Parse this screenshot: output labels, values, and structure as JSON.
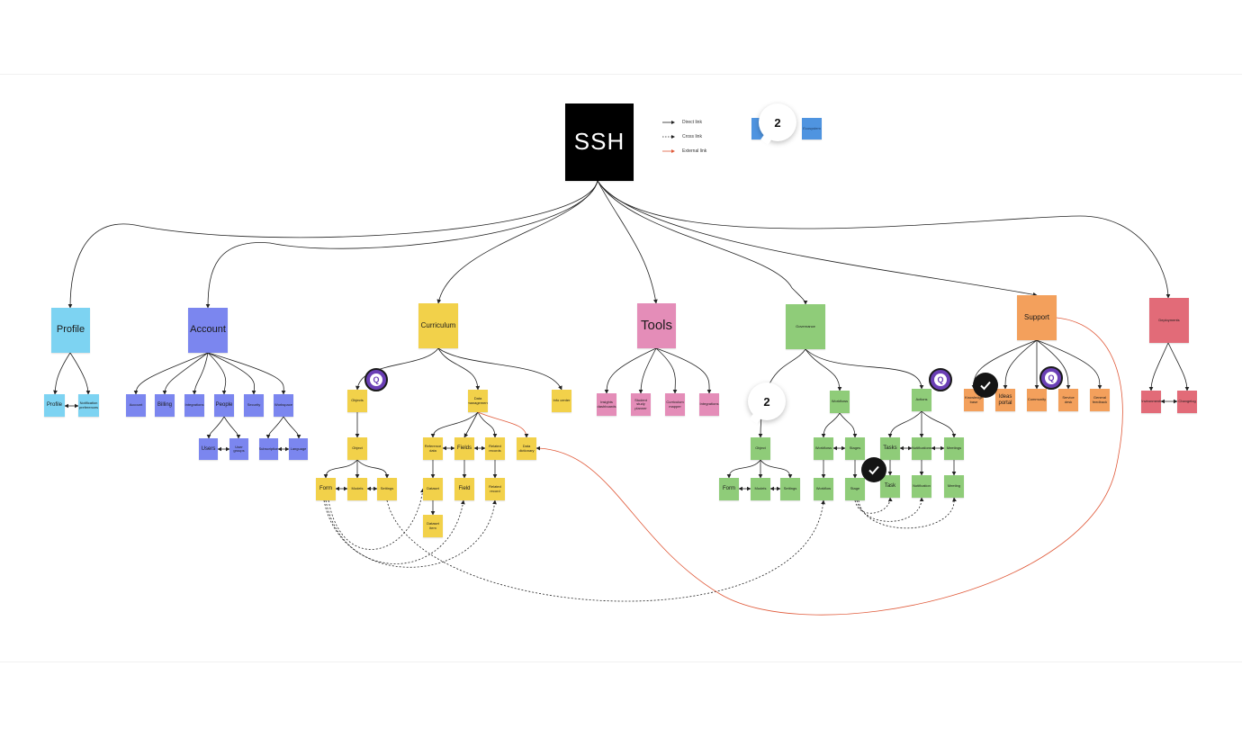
{
  "root": "SSH",
  "legend": {
    "direct": "Direct link",
    "cross": "Cross link",
    "external": "External link",
    "card_right": "Ecosystem"
  },
  "comments": {
    "legend_count": "2",
    "governance_count": "2"
  },
  "colors": {
    "profile": "#7dd3f2",
    "account": "#7b86ef",
    "curriculum": "#f2d14a",
    "tools": "#e48db8",
    "governance": "#8fcc79",
    "support": "#f3a05c",
    "deployments": "#e26b78",
    "external_link": "#e05a3a",
    "root": "#000000"
  },
  "nodes": {
    "profile": "Profile",
    "profile_profile": "Profile",
    "profile_prefs": "Notification preferences",
    "account": "Account",
    "account_account": "Account",
    "account_billing": "Billing",
    "account_integrations": "Integrations",
    "account_people": "People",
    "account_security": "Security",
    "account_workspace": "Workspace",
    "people_users": "Users",
    "people_groups": "User groups",
    "workspace_left": "Subscription",
    "workspace_right": "Language",
    "curriculum": "Curriculum",
    "objects": "Objects",
    "object": "Object",
    "form": "Form",
    "models": "Models",
    "settings": "Settings",
    "data_management": "Data management",
    "info_center": "Info center",
    "reference_data": "Reference data",
    "fields": "Fields",
    "related_records": "Related records",
    "data_dictionary": "Data dictionary",
    "dataset": "Dataset",
    "field": "Field",
    "related_record": "Related record",
    "dataset_item": "Dataset item",
    "tools": "Tools",
    "insights": "Insights dashboards",
    "student_profile": "Student study planner",
    "curriculum_mapper": "Curriculum mapper",
    "integrations": "Integrations",
    "governance": "Governance",
    "g_object": "Object",
    "g_form": "Form",
    "g_models": "Models",
    "g_settings": "Settings",
    "workflows": "Workflows",
    "g_workflows_l": "Workflows",
    "stages": "Stages",
    "g_workflow": "Workflow",
    "stage": "Stage",
    "actions": "Actions",
    "tasks": "Tasks",
    "notifications": "Notifications",
    "meetings": "Meetings",
    "task": "Task",
    "notification": "Notification",
    "meeting": "Meeting",
    "support": "Support",
    "knowledge_base": "Knowledge base",
    "ideas_portal": "Ideas portal",
    "community": "Community",
    "service_desk": "Service desk",
    "general_feedback": "General feedback",
    "deployments": "Deployments",
    "dep_left": "Environments",
    "dep_right": "Changelog"
  }
}
